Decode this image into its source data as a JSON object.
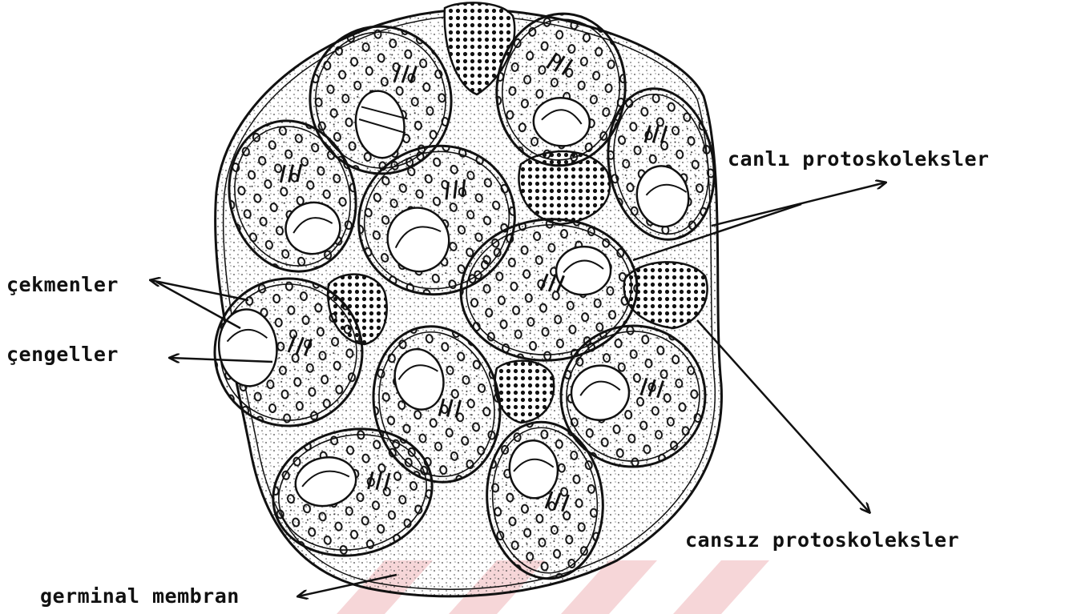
{
  "labels": {
    "canli_protoskoleksler": "canlı protoskoleksler",
    "cekmenler": "çekmenler",
    "cengeller": "çengeller",
    "cansiz_protoskoleksler": "cansız protoskoleksler",
    "germinal_membran": "germinal membran"
  },
  "colors": {
    "ink": "#111111",
    "stipple": "#555555",
    "watermark": "#f6d6d8",
    "background": "#ffffff"
  }
}
